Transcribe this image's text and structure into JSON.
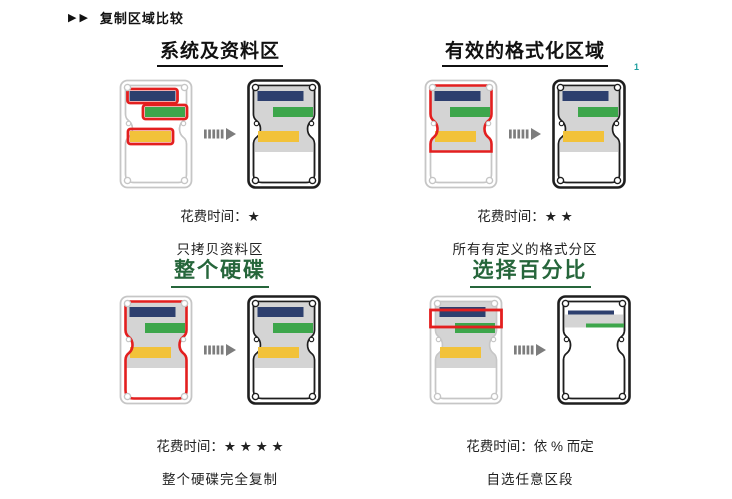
{
  "title": {
    "marker": "▶▶",
    "text": "复制区域比较"
  },
  "colors": {
    "bar_blue": "#2d3f6e",
    "bar_green": "#3da64b",
    "bar_yellow": "#f2c23a",
    "highlight_red": "#e31f1f",
    "heading_black": "#111111",
    "heading_green": "#26663b",
    "frame_dark": "#1e1e1e",
    "frame_light": "#c6c6c6",
    "gray_zone": "#d4d4d4",
    "arrow_gray": "#7d7d7d",
    "note_teal": "#1d9e9e"
  },
  "quadrants": [
    {
      "heading": "系统及资料区",
      "time_label": "花费时间：★",
      "description": "只拷贝资料区",
      "source_drive": {
        "variant": "light",
        "gray_zone": "none",
        "highlight": "none",
        "bars": [
          {
            "color": "blue",
            "red_outline": true
          },
          {
            "color": "green",
            "red_outline": true
          },
          {
            "color": "yellow",
            "red_outline": true
          }
        ]
      },
      "target_drive": {
        "variant": "dark",
        "gray_zone": "upper",
        "highlight": "none",
        "bars": [
          {
            "color": "blue"
          },
          {
            "color": "green"
          },
          {
            "color": "yellow"
          }
        ]
      }
    },
    {
      "heading": "有效的格式化区域",
      "footnote": "1",
      "time_label": "花费时间：★ ★",
      "description": "所有有定义的格式分区",
      "source_drive": {
        "variant": "light",
        "gray_zone": "upper",
        "highlight": "upper",
        "bars": [
          {
            "color": "blue"
          },
          {
            "color": "green"
          },
          {
            "color": "yellow"
          }
        ]
      },
      "target_drive": {
        "variant": "dark",
        "gray_zone": "upper",
        "highlight": "none",
        "bars": [
          {
            "color": "blue"
          },
          {
            "color": "green"
          },
          {
            "color": "yellow"
          }
        ]
      }
    },
    {
      "heading": "整个硬碟",
      "time_label": "花费时间：★ ★ ★ ★",
      "description": "整个硬碟完全复制",
      "source_drive": {
        "variant": "light",
        "gray_zone": "upper",
        "highlight": "full",
        "bars": [
          {
            "color": "blue"
          },
          {
            "color": "green"
          },
          {
            "color": "yellow"
          }
        ]
      },
      "target_drive": {
        "variant": "dark",
        "gray_zone": "upper",
        "highlight": "none",
        "bars": [
          {
            "color": "blue"
          },
          {
            "color": "green"
          },
          {
            "color": "yellow"
          }
        ]
      }
    },
    {
      "heading": "选择百分比",
      "time_label": "花费时间：依 % 而定",
      "description": "自选任意区段",
      "source_drive": {
        "variant": "light",
        "gray_zone": "upper",
        "highlight": "band",
        "bars": [
          {
            "color": "blue"
          },
          {
            "color": "green"
          },
          {
            "color": "yellow"
          }
        ]
      },
      "target_drive": {
        "variant": "dark",
        "gray_zone": "thin",
        "highlight": "none",
        "bars": [
          {
            "color": "thin_blue"
          },
          {
            "color": "thin_green"
          }
        ]
      }
    }
  ]
}
